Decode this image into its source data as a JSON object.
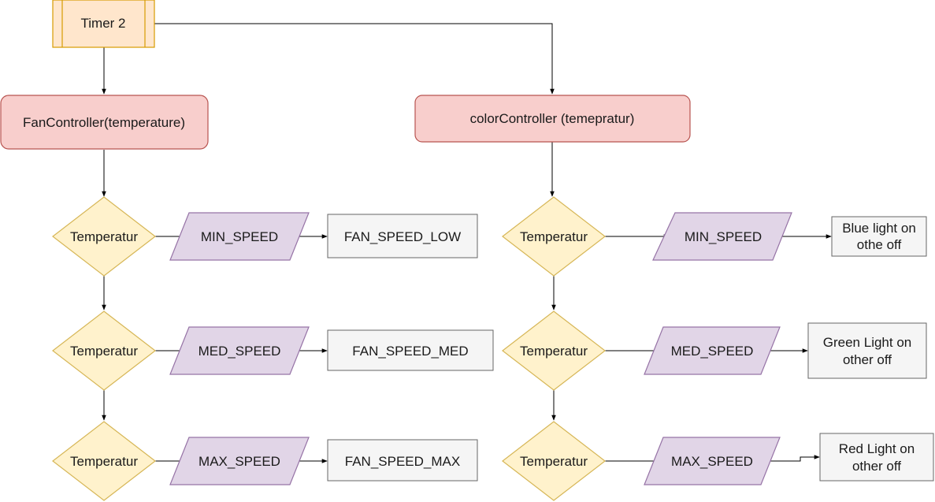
{
  "colors": {
    "timer_fill": "#ffe6cc",
    "timer_stroke": "#d79b00",
    "controller_fill": "#f8cecc",
    "controller_stroke": "#b85450",
    "decision_fill": "#fff2cc",
    "decision_stroke": "#d6b656",
    "io_fill": "#e1d5e7",
    "io_stroke": "#9673a6",
    "output_fill": "#f5f5f5",
    "output_stroke": "#666666"
  },
  "timer": {
    "label": "Timer 2"
  },
  "fan": {
    "controller": "FanController(temperature)",
    "rows": [
      {
        "decision": "Temperatur",
        "speed": "MIN_SPEED",
        "output": "FAN_SPEED_LOW"
      },
      {
        "decision": "Temperatur",
        "speed": "MED_SPEED",
        "output": "FAN_SPEED_MED"
      },
      {
        "decision": "Temperatur",
        "speed": "MAX_SPEED",
        "output": "FAN_SPEED_MAX"
      }
    ]
  },
  "color": {
    "controller": "colorController (temepratur)",
    "rows": [
      {
        "decision": "Temperatur",
        "speed": "MIN_SPEED",
        "output_line1": "Blue light on",
        "output_line2": "othe off"
      },
      {
        "decision": "Temperatur",
        "speed": "MED_SPEED",
        "output_line1": "Green Light on",
        "output_line2": "other off"
      },
      {
        "decision": "Temperatur",
        "speed": "MAX_SPEED",
        "output_line1": "Red Light on",
        "output_line2": "other off"
      }
    ]
  }
}
